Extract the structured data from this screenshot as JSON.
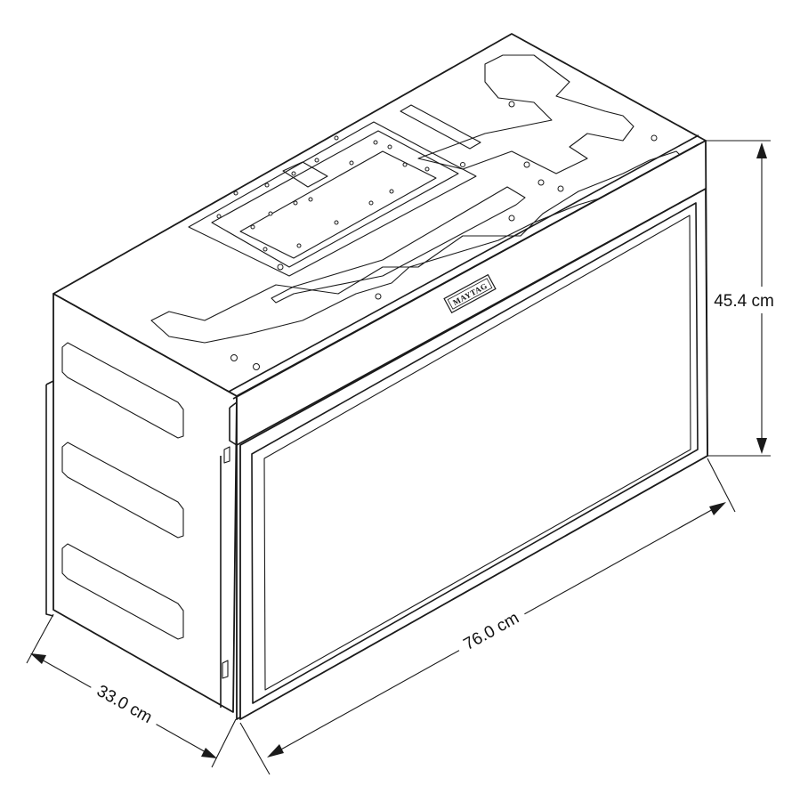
{
  "brand": {
    "label": "MAYTAG"
  },
  "dimensions": {
    "height": "45.4 cm",
    "width": "76.0 cm",
    "depth": "33.0 cm"
  },
  "colors": {
    "line": "#1a1a1a",
    "background": "#ffffff"
  }
}
